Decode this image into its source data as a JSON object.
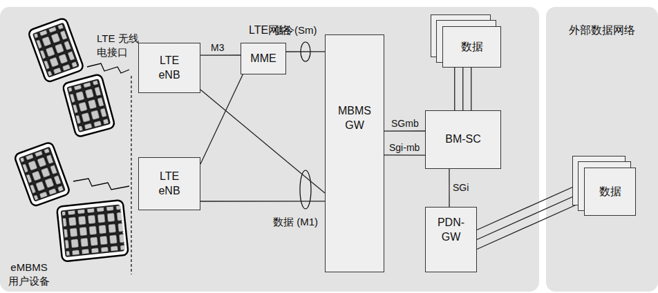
{
  "diagram": {
    "nodes": [
      {
        "text": [
          "LTE网络"
        ]
      },
      {
        "text": [
          "外部数据网络"
        ]
      },
      {
        "text": [
          "LTE eNB"
        ],
        "in": 0
      },
      {
        "text": [
          "LTE eNB"
        ],
        "in": 0
      },
      {
        "text": [
          "MME"
        ],
        "in": 0
      },
      {
        "text": [
          "MBMS GW"
        ],
        "in": 0
      },
      {
        "text": [
          "数据"
        ],
        "in": 0
      },
      {
        "text": [
          "BM-SC"
        ],
        "in": 0
      },
      {
        "text": [
          "PDN-GW"
        ],
        "in": 0
      },
      {
        "text": [
          "数据"
        ],
        "in": 1
      }
    ],
    "edges": [
      {
        "from": 2,
        "to": 4,
        "label": "M3",
        "arrow": "none"
      },
      {
        "from": 3,
        "to": 4,
        "arrow": "none"
      },
      {
        "from": 4,
        "to": 5,
        "arrow": "none"
      },
      {
        "from": 2,
        "to": 5,
        "arrow": "none"
      },
      {
        "from": 3,
        "to": 5,
        "arrow": "none"
      },
      {
        "from": 5,
        "to": 7,
        "label": "SGmb",
        "arrow": "none"
      },
      {
        "from": 5,
        "to": 7,
        "label": "Sgi-mb",
        "arrow": "none"
      },
      {
        "from": 6,
        "to": 7,
        "arrow": "none"
      },
      {
        "from": 7,
        "to": 8,
        "label": "SGi",
        "arrow": "none"
      },
      {
        "from": 8,
        "to": 9,
        "arrow": "none"
      }
    ],
    "labels": [
      "LTE 无线 电接口",
      "eMBMS 用户设备",
      "信令(Sm)",
      "数据 (M1)"
    ]
  }
}
